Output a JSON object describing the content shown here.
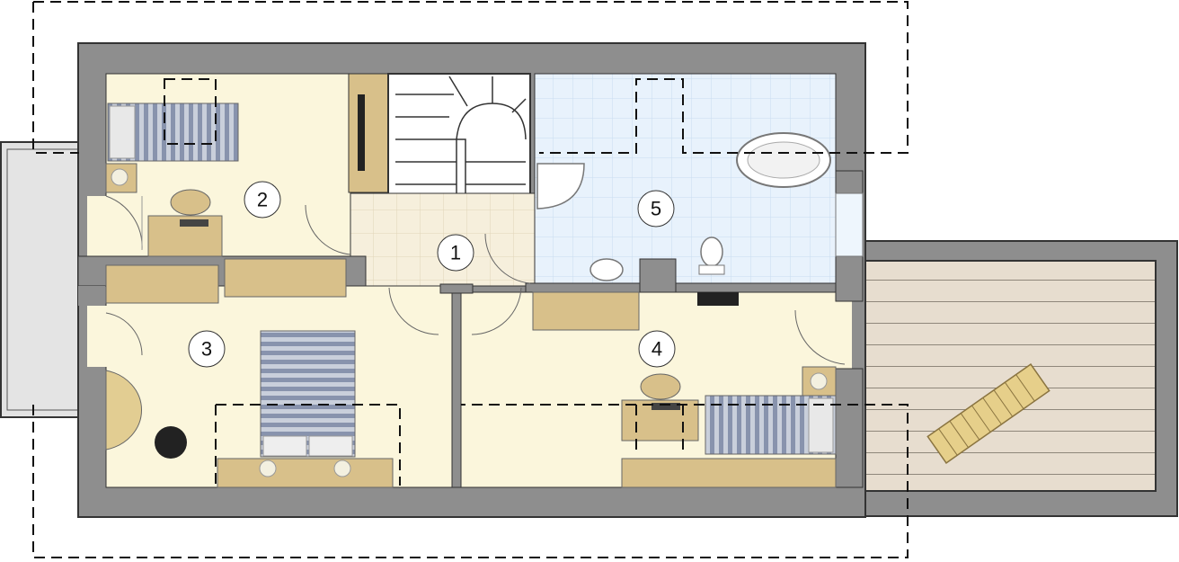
{
  "plan": {
    "rooms": [
      {
        "id": "room-1",
        "label": "1"
      },
      {
        "id": "room-2",
        "label": "2"
      },
      {
        "id": "room-3",
        "label": "3"
      },
      {
        "id": "room-4",
        "label": "4"
      },
      {
        "id": "room-5",
        "label": "5"
      }
    ],
    "colors": {
      "wall": "#8e8e8e",
      "wall_outline": "#333333",
      "room_floor": "#fbf6dc",
      "bath_floor": "#e6f1fb",
      "hall_floor": "#f3ecd8",
      "furniture": "#d8c08a",
      "bedding": "#9aa6bd",
      "terrace": "#e6dccd",
      "balcony": "#e2e2e2"
    }
  }
}
